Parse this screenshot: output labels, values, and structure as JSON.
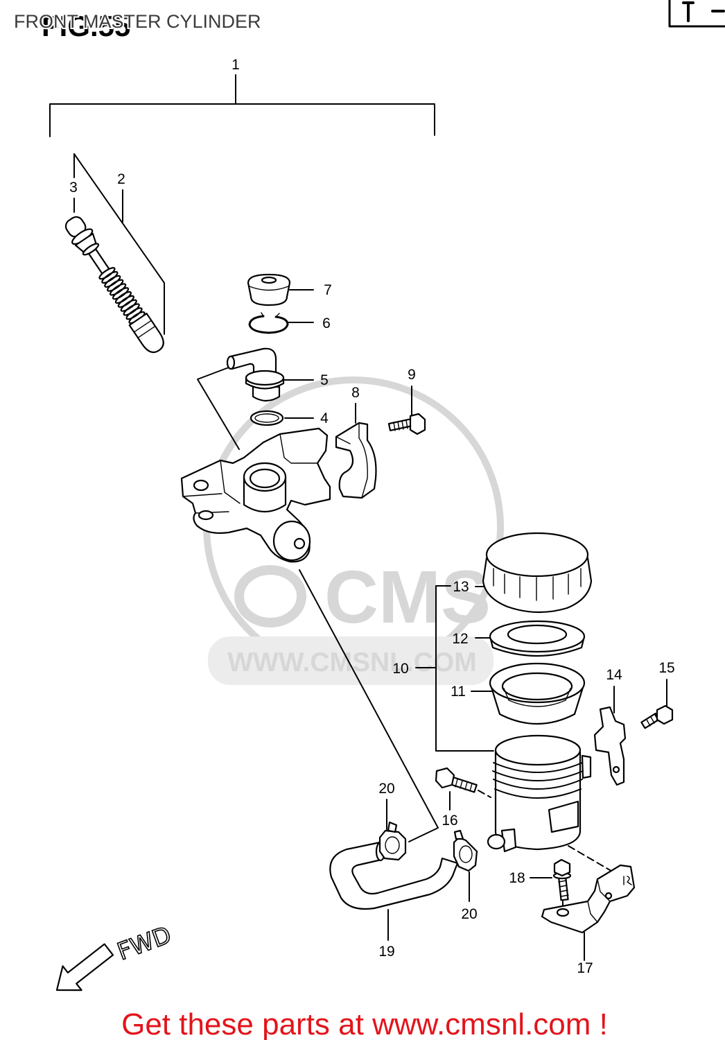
{
  "header": {
    "title": "FRONT MASTER CYLINDER",
    "figure": "FIG.55"
  },
  "callouts": [
    "1",
    "2",
    "3",
    "4",
    "5",
    "6",
    "7",
    "8",
    "9",
    "10",
    "11",
    "12",
    "13",
    "14",
    "15",
    "16",
    "17",
    "18",
    "19",
    "20",
    "20"
  ],
  "direction": {
    "label": "FWD",
    "icon": "fwd-arrow-icon"
  },
  "watermark": {
    "logo_text": "CMS",
    "url_text": "WWW.CMSNL.COM"
  },
  "footer": {
    "cta": "Get these parts at www.cmsnl.com !"
  },
  "colors": {
    "line": "#000000",
    "title": "#3a3a3a",
    "cta": "#e3141b",
    "watermark": "#d7d7d7",
    "background": "#ffffff"
  }
}
